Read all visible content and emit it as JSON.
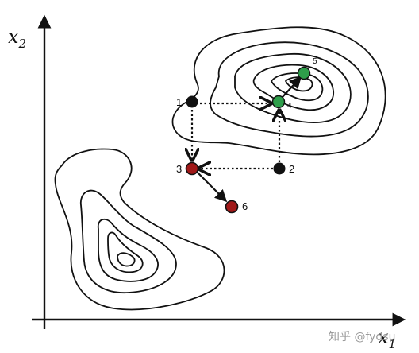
{
  "axes": {
    "y_label": "x",
    "y_sub": "2",
    "x_label": "x",
    "x_sub": "1"
  },
  "points": {
    "p1": "1",
    "p2": "2",
    "p3": "3",
    "p4": "4",
    "p5": "5",
    "p6": "6"
  },
  "watermark": "知乎 @fydsu",
  "colors": {
    "black_point": "#111111",
    "green_point": "#2e9e4a",
    "red_point": "#a01818",
    "line": "#111111"
  }
}
